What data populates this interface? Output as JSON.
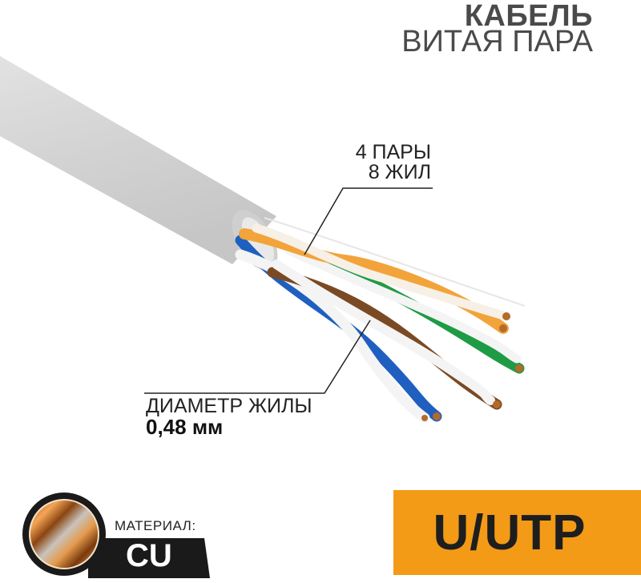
{
  "header": {
    "title": "КАБЕЛЬ",
    "subtitle": "ВИТАЯ ПАРА"
  },
  "callouts": {
    "pairs_line1": "4 ПАРЫ",
    "pairs_line2": "8 ЖИЛ",
    "diameter_label": "ДИАМЕТР ЖИЛЫ",
    "diameter_value": "0,48 мм"
  },
  "material": {
    "label": "МАТЕРИАЛ:",
    "value": "CU",
    "icon": "copper-conductor-icon"
  },
  "shield_type": {
    "value": "U/UTP",
    "color": "#f39a17"
  },
  "colors": {
    "jacket": "#d2d2d2",
    "orange": "#f2a43a",
    "green": "#1f9b45",
    "blue": "#1f5fc0",
    "brown": "#7a4a24",
    "text_dark": "#4a4a4a"
  }
}
